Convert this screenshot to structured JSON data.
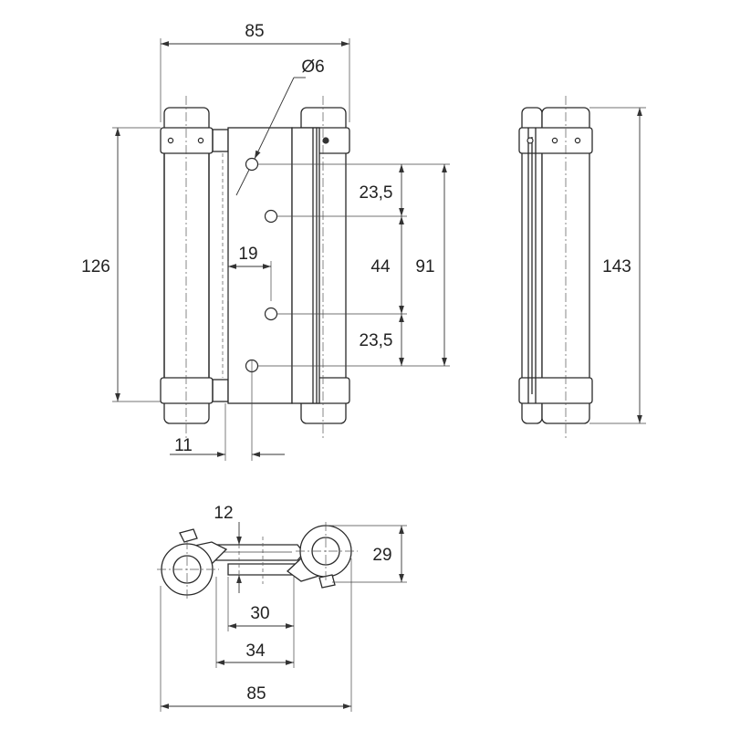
{
  "drawing": {
    "front_view": {
      "width": "85",
      "hole_diameter": "Ø6",
      "height": "126",
      "hole_offset": "19",
      "edge_offset": "11",
      "spacing_top": "23,5",
      "spacing_middle": "44",
      "spacing_bottom": "23,5",
      "hole_span": "91"
    },
    "side_view": {
      "height": "143"
    },
    "top_view": {
      "thickness": "12",
      "depth": "29",
      "leaf_inner": "30",
      "leaf_outer": "34",
      "width": "85"
    }
  }
}
